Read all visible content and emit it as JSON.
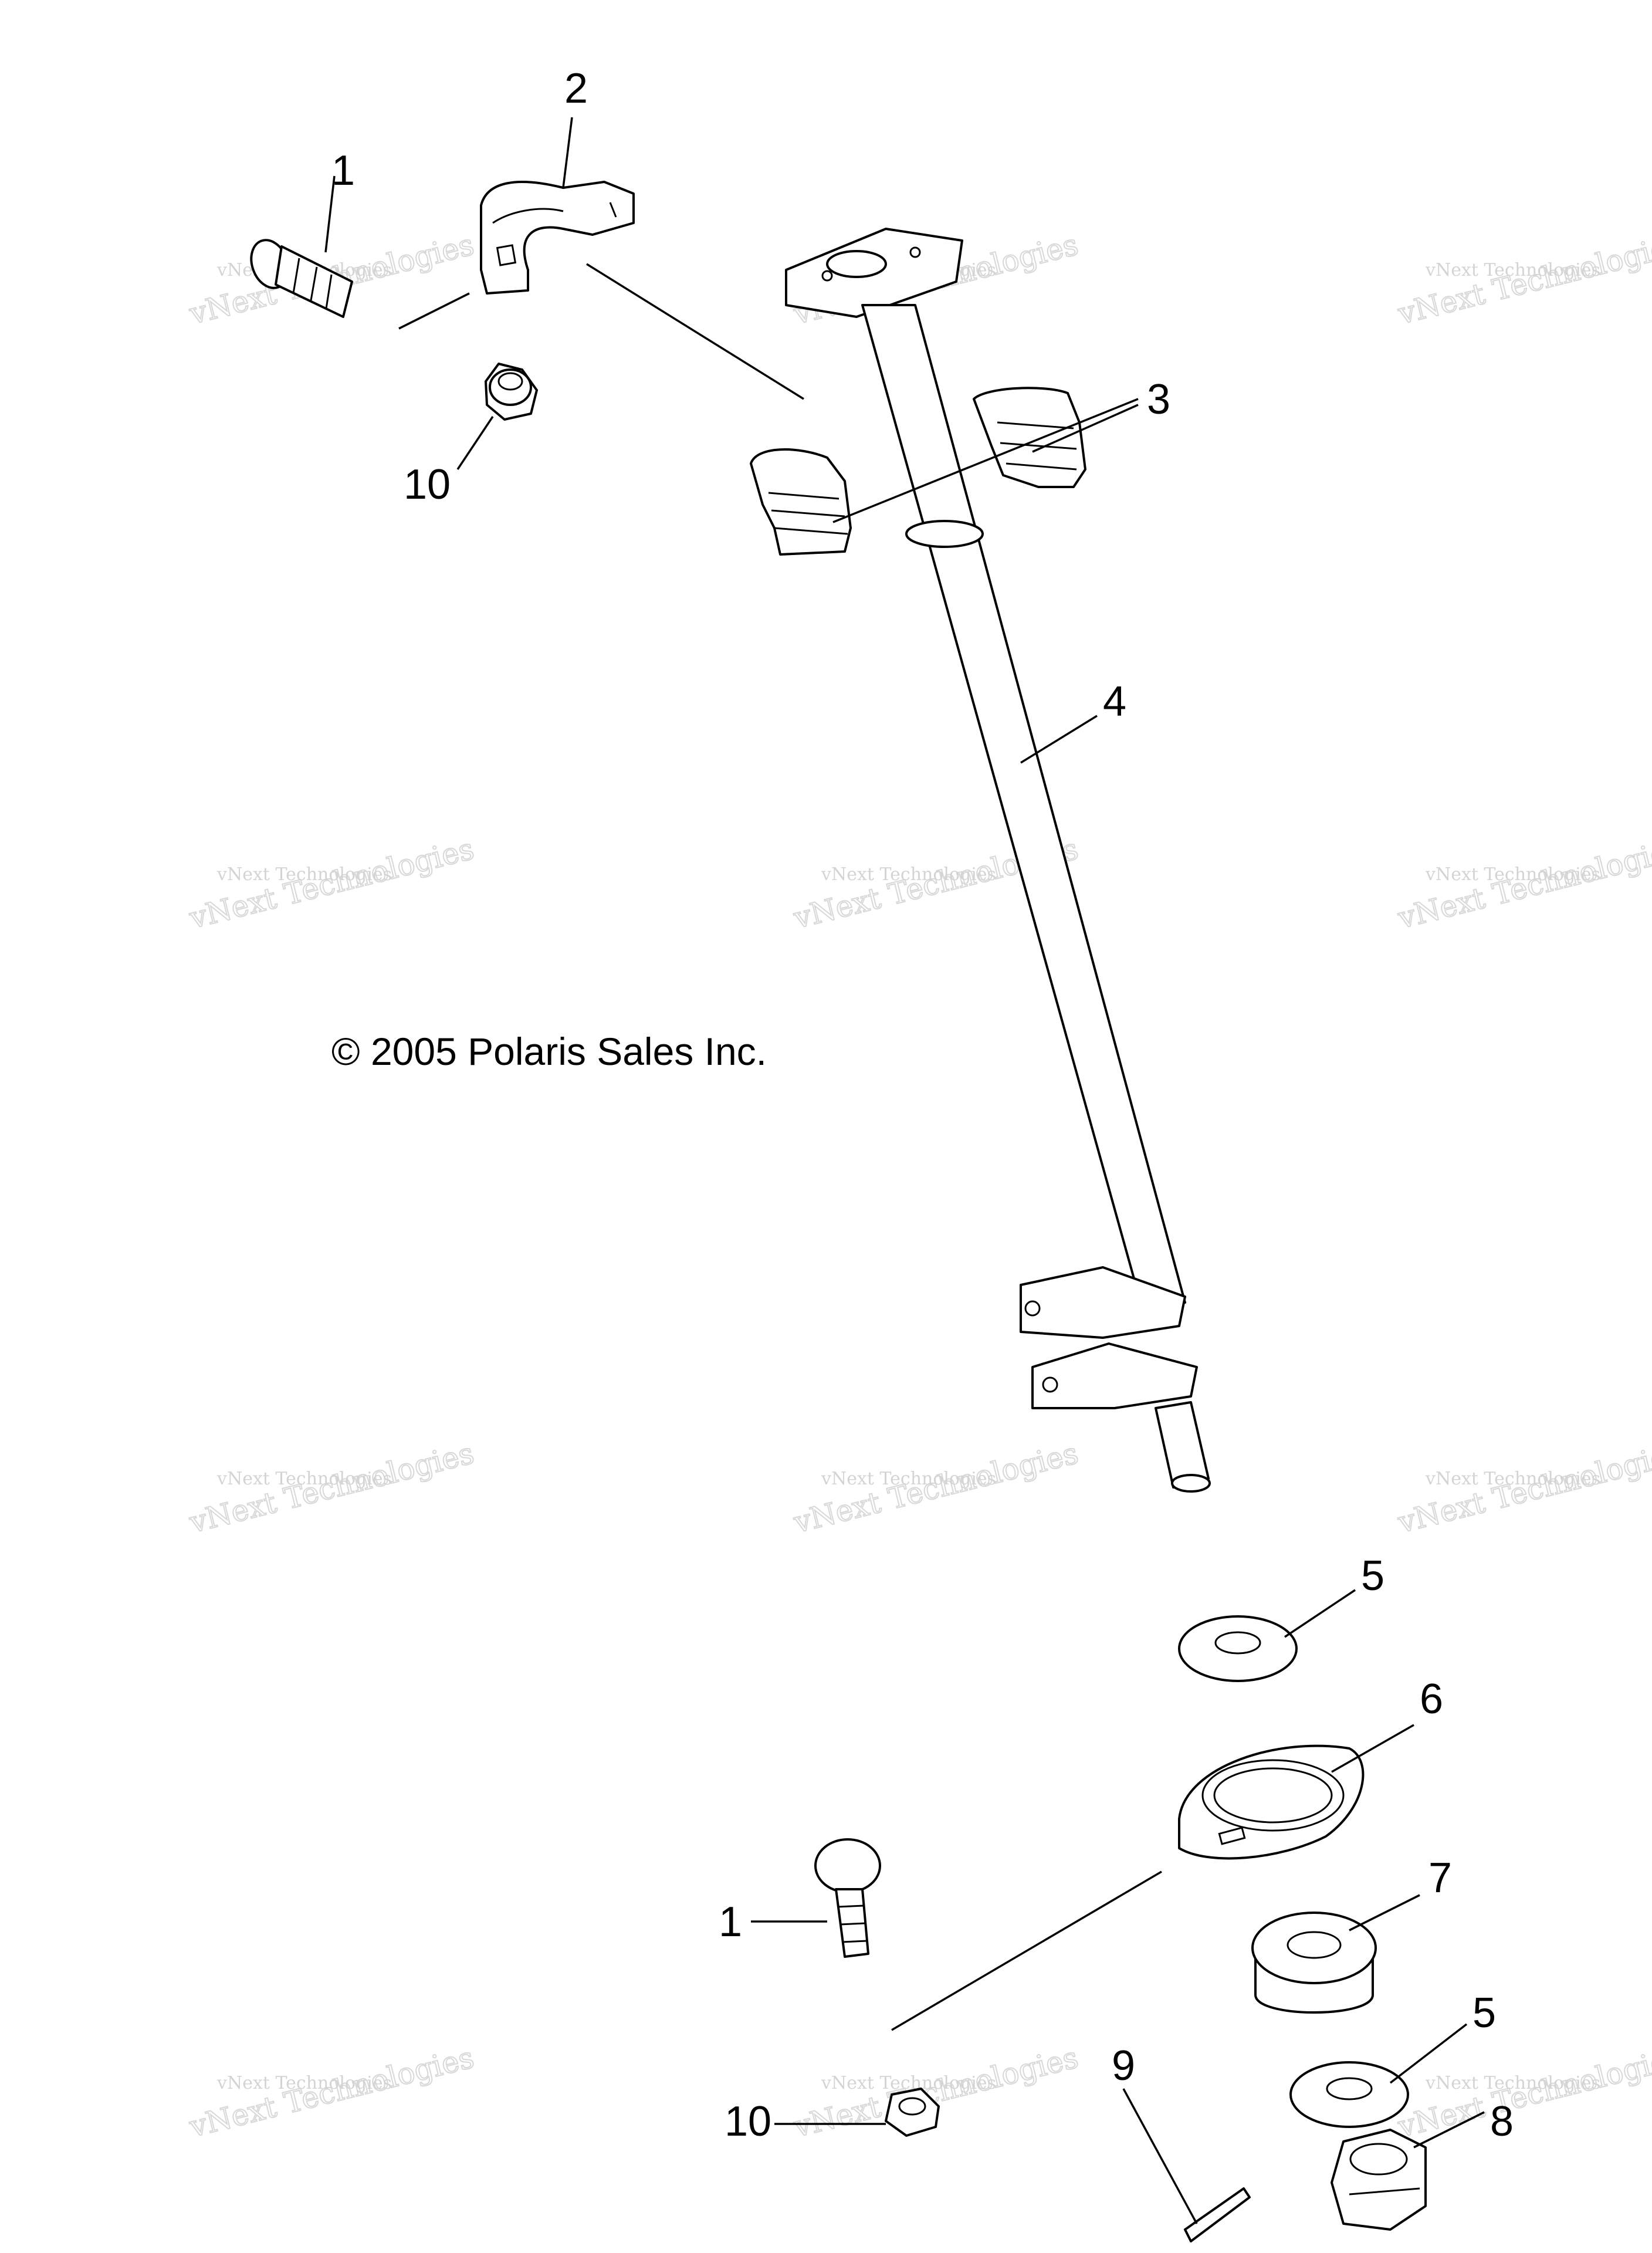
{
  "copyright": "© 2005 Polaris Sales Inc.",
  "watermark": {
    "line1": "vNext Technologies",
    "line2": "vNext Technologies"
  },
  "callouts": {
    "c1_top": "1",
    "c2": "2",
    "c3": "3",
    "c4": "4",
    "c5_top": "5",
    "c6": "6",
    "c1_bottom": "1",
    "c7": "7",
    "c5_bottom": "5",
    "c10_top": "10",
    "c10_bottom": "10",
    "c8": "8",
    "c9": "9"
  },
  "colors": {
    "line": "#000000",
    "background": "#ffffff",
    "watermark": "#d4d4d4"
  }
}
